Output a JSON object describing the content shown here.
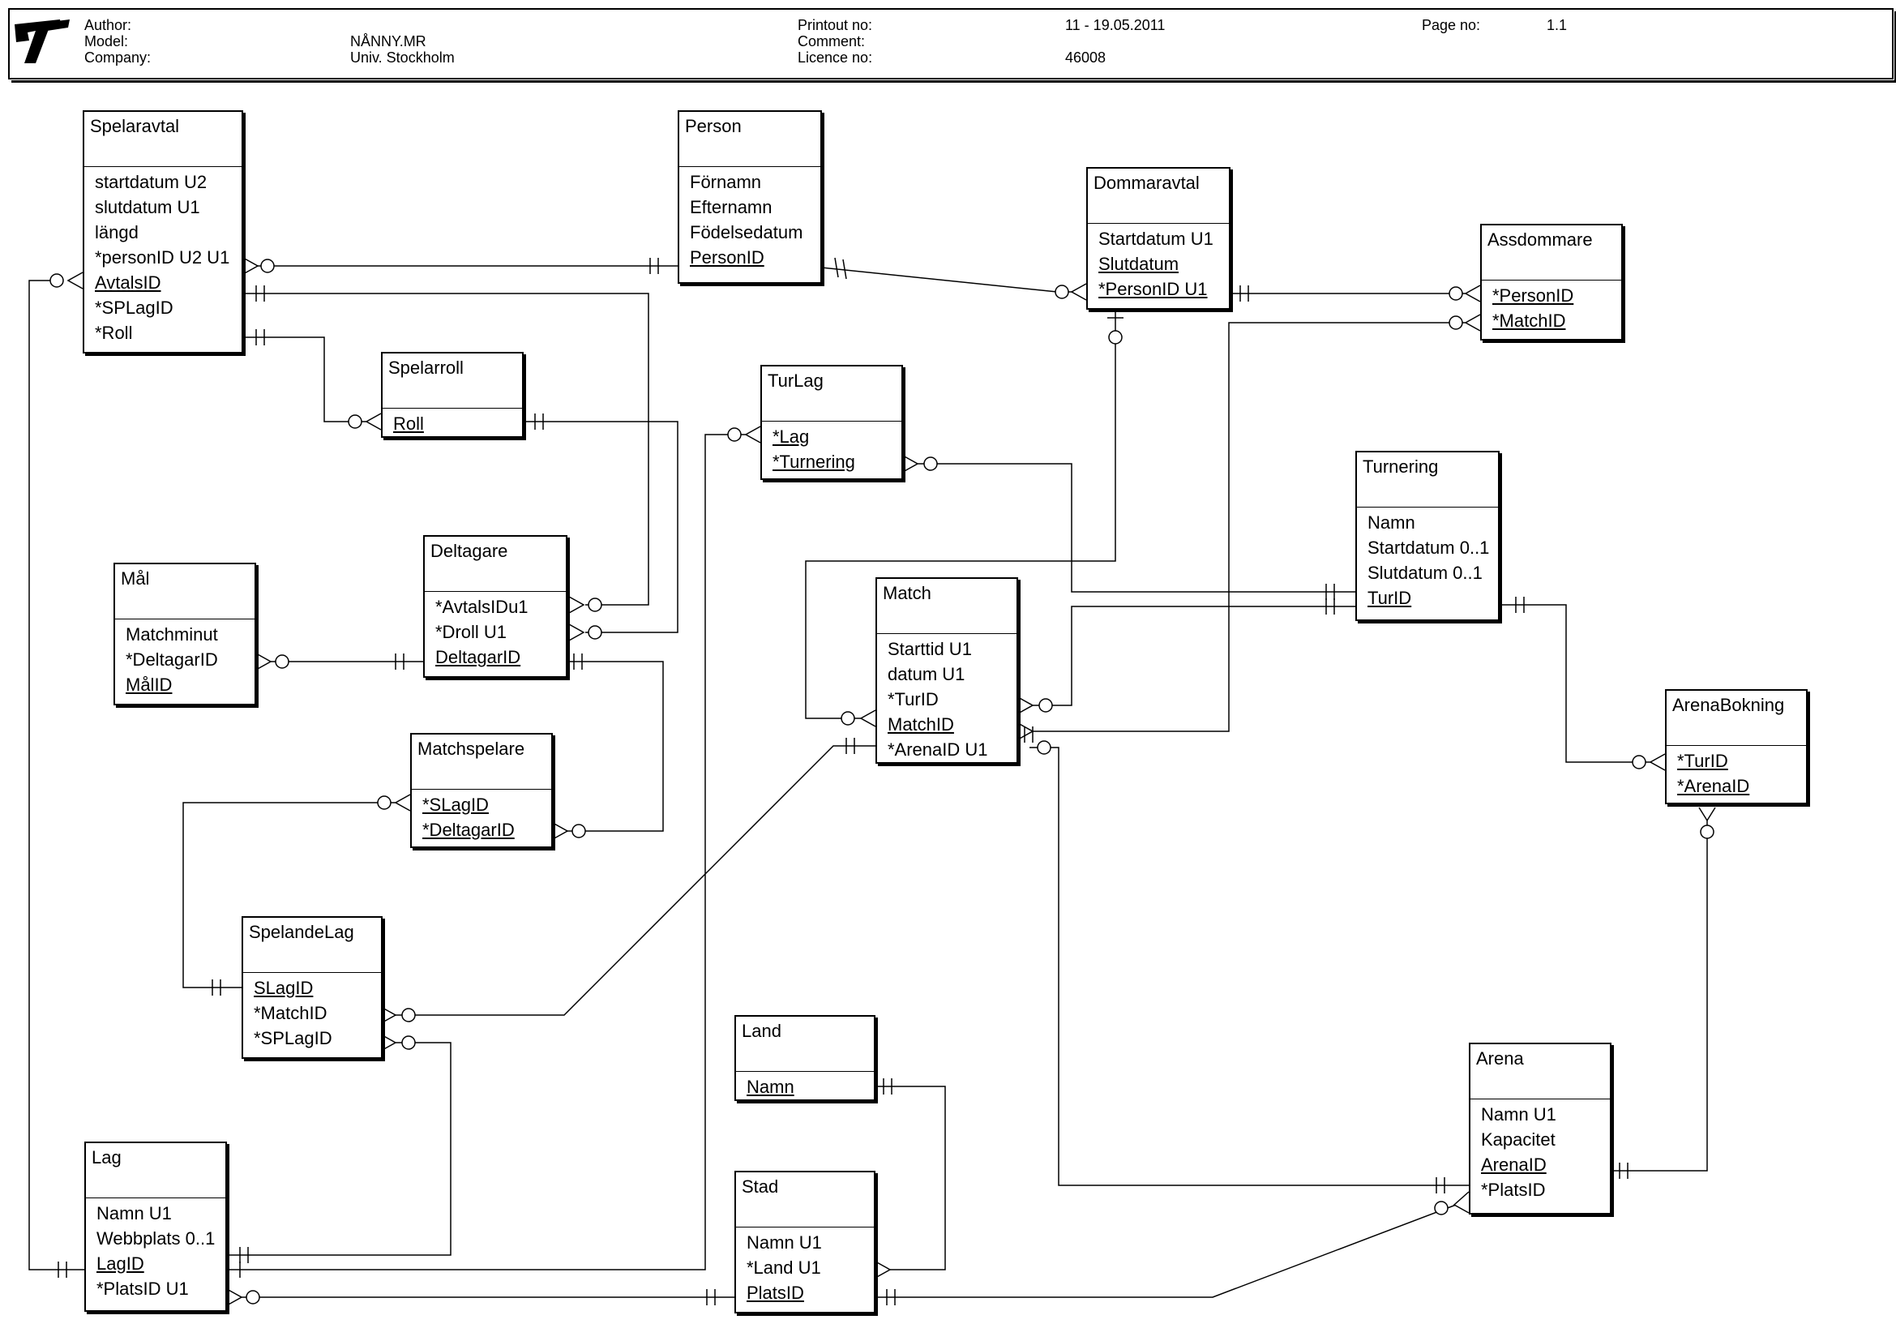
{
  "header": {
    "author_label": "Author:",
    "author_value": "",
    "model_label": "Model:",
    "model_value": "NÅNNY.MR",
    "company_label": "Company:",
    "company_value": "Univ. Stockholm",
    "printout_label": "Printout no:",
    "printout_value": "11 - 19.05.2011",
    "comment_label": "Comment:",
    "comment_value": "",
    "licence_label": "Licence no:",
    "licence_value": "46008",
    "page_label": "Page no:",
    "page_value": "1.1"
  },
  "entities": {
    "spelaravtal": {
      "title": "Spelaravtal",
      "attrs": [
        {
          "text": "startdatum U2",
          "pk": false
        },
        {
          "text": "slutdatum U1",
          "pk": false
        },
        {
          "text": "längd",
          "pk": false
        },
        {
          "text": "*personID U2 U1",
          "pk": false
        },
        {
          "text": "AvtalsID",
          "pk": true
        },
        {
          "text": "*SPLagID",
          "pk": false
        },
        {
          "text": "*Roll",
          "pk": false
        }
      ]
    },
    "person": {
      "title": "Person",
      "attrs": [
        {
          "text": "Förnamn",
          "pk": false
        },
        {
          "text": "Efternamn",
          "pk": false
        },
        {
          "text": "Födelsedatum",
          "pk": false
        },
        {
          "text": "PersonID",
          "pk": true
        }
      ]
    },
    "dommaravtal": {
      "title": "Dommaravtal",
      "attrs": [
        {
          "text": "Startdatum U1",
          "pk": false
        },
        {
          "text": "Slutdatum",
          "pk": true
        },
        {
          "text": "*PersonID U1",
          "pk": true
        }
      ]
    },
    "assdommare": {
      "title": "Assdommare",
      "attrs": [
        {
          "text": "*PersonID",
          "pk": true
        },
        {
          "text": "*MatchID",
          "pk": true
        }
      ]
    },
    "spelarroll": {
      "title": "Spelarroll",
      "attrs": [
        {
          "text": "Roll",
          "pk": true
        }
      ]
    },
    "turlag": {
      "title": "TurLag",
      "attrs": [
        {
          "text": "*Lag",
          "pk": true
        },
        {
          "text": "*Turnering",
          "pk": true
        }
      ]
    },
    "turnering": {
      "title": "Turnering",
      "attrs": [
        {
          "text": "Namn",
          "pk": false
        },
        {
          "text": "Startdatum 0..1",
          "pk": false
        },
        {
          "text": "Slutdatum 0..1",
          "pk": false
        },
        {
          "text": "TurID",
          "pk": true
        }
      ]
    },
    "mal": {
      "title": "Mål",
      "attrs": [
        {
          "text": "Matchminut",
          "pk": false
        },
        {
          "text": "*DeltagarID",
          "pk": false
        },
        {
          "text": "MålID",
          "pk": true
        }
      ]
    },
    "deltagare": {
      "title": "Deltagare",
      "attrs": [
        {
          "text": "*AvtalsIDu1",
          "pk": false
        },
        {
          "text": "*Droll U1",
          "pk": false
        },
        {
          "text": "DeltagarID",
          "pk": true
        }
      ]
    },
    "match": {
      "title": "Match",
      "attrs": [
        {
          "text": "Starttid U1",
          "pk": false
        },
        {
          "text": "datum U1",
          "pk": false
        },
        {
          "text": "*TurID",
          "pk": false
        },
        {
          "text": "MatchID",
          "pk": true
        },
        {
          "text": "*ArenaID U1",
          "pk": false
        }
      ]
    },
    "arenabokning": {
      "title": "ArenaBokning",
      "attrs": [
        {
          "text": "*TurID",
          "pk": true
        },
        {
          "text": "*ArenaID",
          "pk": true
        }
      ]
    },
    "matchspelare": {
      "title": "Matchspelare",
      "attrs": [
        {
          "text": "*SLagID",
          "pk": true
        },
        {
          "text": "*DeltagarID",
          "pk": true
        }
      ]
    },
    "spelandelag": {
      "title": "SpelandeLag",
      "attrs": [
        {
          "text": "SLagID",
          "pk": true
        },
        {
          "text": "*MatchID",
          "pk": false
        },
        {
          "text": "*SPLagID",
          "pk": false
        }
      ]
    },
    "land": {
      "title": "Land",
      "attrs": [
        {
          "text": "Namn",
          "pk": true
        }
      ]
    },
    "arena": {
      "title": "Arena",
      "attrs": [
        {
          "text": "Namn U1",
          "pk": false
        },
        {
          "text": "Kapacitet",
          "pk": false
        },
        {
          "text": "ArenaID",
          "pk": true
        },
        {
          "text": "*PlatsID",
          "pk": false
        }
      ]
    },
    "lag": {
      "title": "Lag",
      "attrs": [
        {
          "text": "Namn U1",
          "pk": false
        },
        {
          "text": "Webbplats 0..1",
          "pk": false
        },
        {
          "text": "LagID",
          "pk": true
        },
        {
          "text": "*PlatsID U1",
          "pk": false
        }
      ]
    },
    "stad": {
      "title": "Stad",
      "attrs": [
        {
          "text": "Namn U1",
          "pk": false
        },
        {
          "text": "*Land U1",
          "pk": false
        },
        {
          "text": "PlatsID",
          "pk": true
        }
      ]
    }
  }
}
